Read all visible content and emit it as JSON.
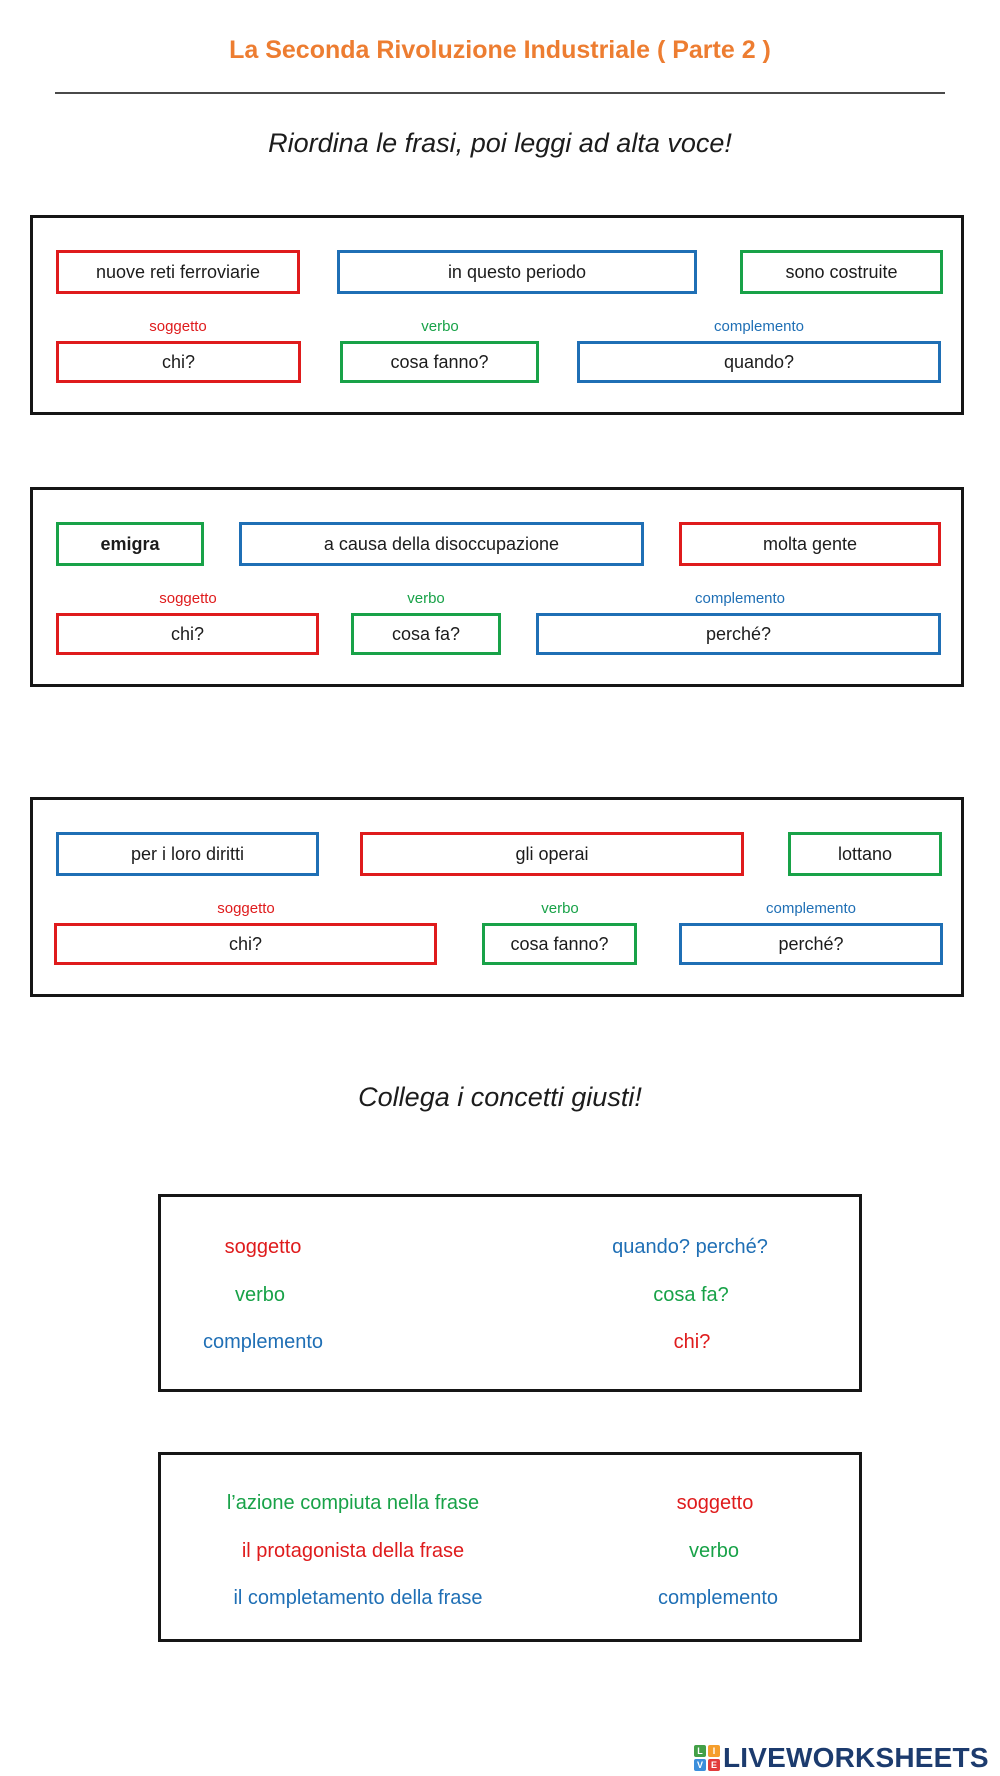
{
  "page": {
    "title": "La Seconda Rivoluzione Industriale ( Parte 2 )",
    "section1_heading": "Riordina le frasi, poi leggi ad alta voce!",
    "section2_heading": "Collega i concetti giusti!"
  },
  "colors": {
    "title_orange": "#ED7D31",
    "red": "#DF1B1C",
    "green": "#18A248",
    "blue": "#1F6FB5",
    "box_border_black": "#161616",
    "logo_navy": "#1C3B6E"
  },
  "exercises": [
    {
      "phrases": [
        {
          "text": "nuove reti ferroviarie",
          "color": "red"
        },
        {
          "text": "in questo periodo",
          "color": "blue"
        },
        {
          "text": "sono costruite",
          "color": "green"
        }
      ],
      "labels": [
        {
          "text": "soggetto",
          "color": "red"
        },
        {
          "text": "verbo",
          "color": "green"
        },
        {
          "text": "complemento",
          "color": "blue"
        }
      ],
      "questions": [
        {
          "text": "chi?",
          "color": "red"
        },
        {
          "text": "cosa fanno?",
          "color": "green"
        },
        {
          "text": "quando?",
          "color": "blue"
        }
      ]
    },
    {
      "phrases": [
        {
          "text": "emigra",
          "color": "green"
        },
        {
          "text": "a causa della disoccupazione",
          "color": "blue"
        },
        {
          "text": "molta gente",
          "color": "red"
        }
      ],
      "labels": [
        {
          "text": "soggetto",
          "color": "red"
        },
        {
          "text": "verbo",
          "color": "green"
        },
        {
          "text": "complemento",
          "color": "blue"
        }
      ],
      "questions": [
        {
          "text": "chi?",
          "color": "red"
        },
        {
          "text": "cosa fa?",
          "color": "green"
        },
        {
          "text": "perché?",
          "color": "blue"
        }
      ]
    },
    {
      "phrases": [
        {
          "text": "per i loro diritti",
          "color": "blue"
        },
        {
          "text": "gli operai",
          "color": "red"
        },
        {
          "text": "lottano",
          "color": "green"
        }
      ],
      "labels": [
        {
          "text": "soggetto",
          "color": "red"
        },
        {
          "text": "verbo",
          "color": "green"
        },
        {
          "text": "complemento",
          "color": "blue"
        }
      ],
      "questions": [
        {
          "text": "chi?",
          "color": "red"
        },
        {
          "text": "cosa fanno?",
          "color": "green"
        },
        {
          "text": "perché?",
          "color": "blue"
        }
      ]
    }
  ],
  "matching": [
    {
      "left": [
        {
          "text": "soggetto",
          "color": "red"
        },
        {
          "text": "verbo",
          "color": "green"
        },
        {
          "text": "complemento",
          "color": "blue"
        }
      ],
      "right": [
        {
          "text": "quando? perché?",
          "color": "blue"
        },
        {
          "text": "cosa fa?",
          "color": "green"
        },
        {
          "text": "chi?",
          "color": "red"
        }
      ]
    },
    {
      "left": [
        {
          "text": "l’azione compiuta nella frase",
          "color": "green"
        },
        {
          "text": "il protagonista della frase",
          "color": "red"
        },
        {
          "text": "il completamento della frase",
          "color": "blue"
        }
      ],
      "right": [
        {
          "text": "soggetto",
          "color": "red"
        },
        {
          "text": "verbo",
          "color": "green"
        },
        {
          "text": "complemento",
          "color": "blue"
        }
      ]
    }
  ],
  "footer": {
    "brand": "LIVEWORKSHEETS",
    "icon_letters": [
      "L",
      "I",
      "V",
      "E"
    ]
  }
}
